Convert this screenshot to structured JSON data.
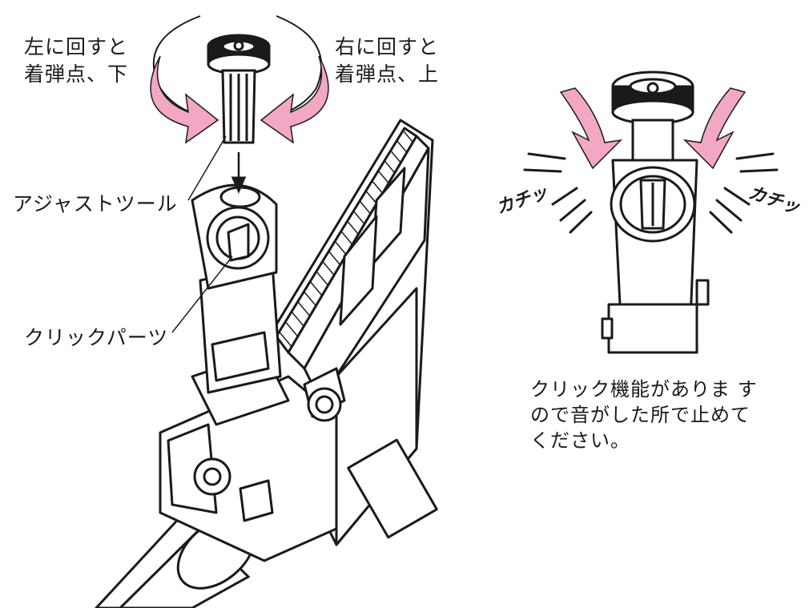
{
  "labels": {
    "left_turn": [
      "左に回すと",
      "着弾点、下"
    ],
    "right_turn": [
      "右に回すと",
      "着弾点、上"
    ],
    "adjust_tool": "アジャストツール",
    "click_part": "クリックパーツ",
    "click_sound_left": "カチッ",
    "click_sound_right": "カチッ",
    "note": [
      "クリック機能がありま す",
      "ので音がした所で止めて",
      "ください。"
    ]
  },
  "colors": {
    "arrow_pink": "#f2a7c4",
    "line": "#1a1a1a",
    "fill": "#ffffff"
  },
  "icons": {
    "rotate_arrows": "curved-arrow-icon",
    "tool": "adjust-tool-icon",
    "sight": "front-sight-icon"
  }
}
